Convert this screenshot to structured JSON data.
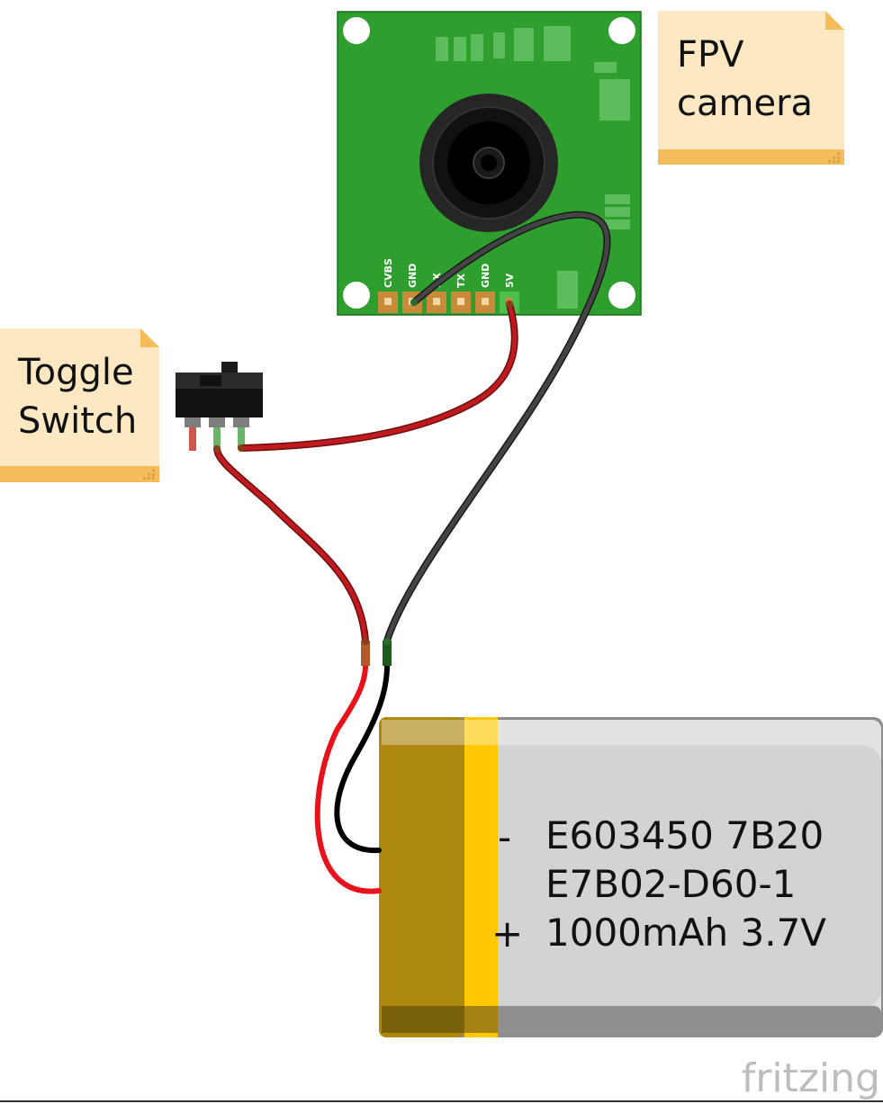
{
  "notes": {
    "camera": {
      "line1": "FPV",
      "line2": "camera"
    },
    "switch": {
      "line1": "Toggle",
      "line2": "Switch"
    }
  },
  "camera": {
    "pins": [
      "CVBS",
      "GND",
      "RX",
      "TX",
      "GND",
      "5V"
    ]
  },
  "battery": {
    "line1": "E603450 7B20",
    "line2": "E7B02-D60-1",
    "line3": "1000mAh 3.7V",
    "minus_symbol": "-",
    "plus_symbol": "+"
  },
  "brand": "fritzing",
  "colors": {
    "pcb_green": "#2e9e2e",
    "note_fill": "#fde8c4",
    "note_bar": "#f6bc5a",
    "wire_red": "#c0191e",
    "wire_black": "#3a3a3a",
    "battery_gold": "#ad8a0e",
    "battery_yellow": "#ffc800",
    "battery_gray": "#d4d4d4"
  }
}
